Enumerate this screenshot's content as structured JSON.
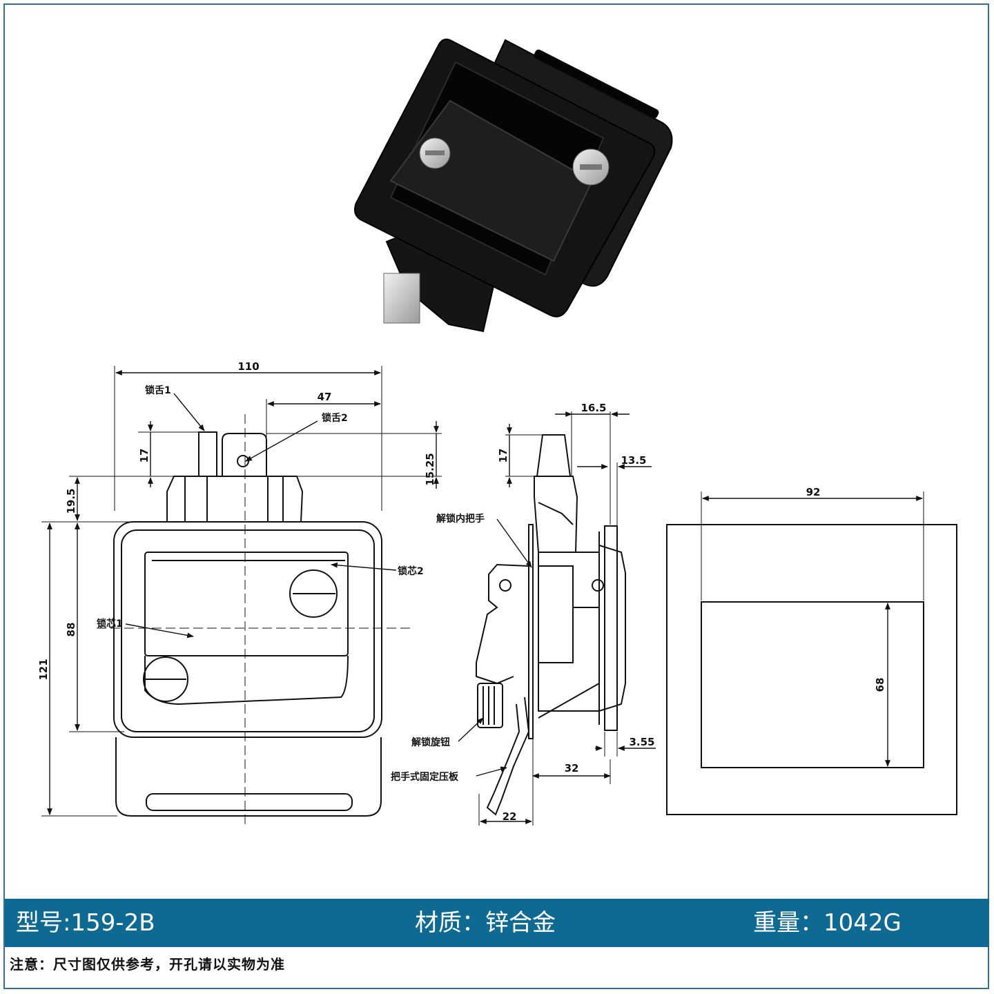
{
  "dimensions": {
    "width_110": "110",
    "width_47": "47",
    "height_17_front": "17",
    "height_15_25": "15.25",
    "height_19_5": "19.5",
    "height_88": "88",
    "height_121": "121",
    "side_16_5": "16.5",
    "side_17": "17",
    "side_13_5": "13.5",
    "side_3_55": "3.55",
    "side_32": "32",
    "side_22": "22",
    "cutout_92": "92",
    "cutout_68": "68"
  },
  "callouts": {
    "bolt1": "锁舌1",
    "bolt2": "锁舌2",
    "cylinder1": "锁芯1",
    "cylinder2": "锁芯2",
    "inner_handle": "解锁内把手",
    "knob": "解锁旋钮",
    "plate": "把手式固定压板"
  },
  "specs": {
    "model": "型号:159-2B",
    "material": "材质：锌合金",
    "weight": "重量：1042G"
  },
  "note": "注意：尺寸图仅供参考，开孔请以实物为准",
  "colors": {
    "frame": "#2f6f98",
    "bar": "#0f6a93",
    "product": "#141414"
  }
}
